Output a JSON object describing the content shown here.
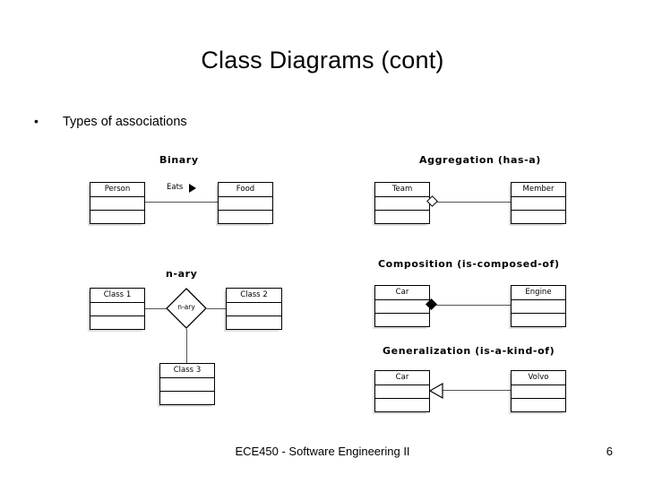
{
  "slide": {
    "title": "Class Diagrams (cont)",
    "bullets": [
      {
        "marker": "•",
        "text": "Types of associations"
      }
    ],
    "footer": {
      "text": "ECE450 - Software Engineering II",
      "page_number": "6"
    }
  },
  "diagrams": [
    {
      "id": "binary",
      "caption": "Binary",
      "relationship": "association",
      "source": "Person",
      "target": "Food",
      "link_label": "Eats",
      "link_marker": "solid-triangle-right"
    },
    {
      "id": "aggregation",
      "caption": "Aggregation (has-a)",
      "relationship": "aggregation",
      "source": "Team",
      "target": "Member",
      "link_label": "",
      "link_marker": "hollow-diamond"
    },
    {
      "id": "nary",
      "caption": "n-ary",
      "relationship": "n-ary association",
      "node_label": "n-ary",
      "participants": [
        "Class 1",
        "Class 2",
        "Class 3"
      ]
    },
    {
      "id": "composition",
      "caption": "Composition (is-composed-of)",
      "relationship": "composition",
      "source": "Car",
      "target": "Engine",
      "link_label": "",
      "link_marker": "filled-diamond"
    },
    {
      "id": "generalization",
      "caption": "Generalization (is-a-kind-of)",
      "relationship": "generalization",
      "source": "Car",
      "target": "Volvo",
      "link_label": "",
      "link_marker": "hollow-triangle"
    }
  ],
  "classes": {
    "person": "Person",
    "food": "Food",
    "team": "Team",
    "member": "Member",
    "class1": "Class 1",
    "class2": "Class 2",
    "class3": "Class 3",
    "car_composition": "Car",
    "engine": "Engine",
    "car_generalization": "Car",
    "volvo": "Volvo",
    "nary_node": "n-ary"
  },
  "colors": {
    "background": "#ffffff",
    "text": "#000000",
    "line": "#555555",
    "box_border": "#000000"
  }
}
